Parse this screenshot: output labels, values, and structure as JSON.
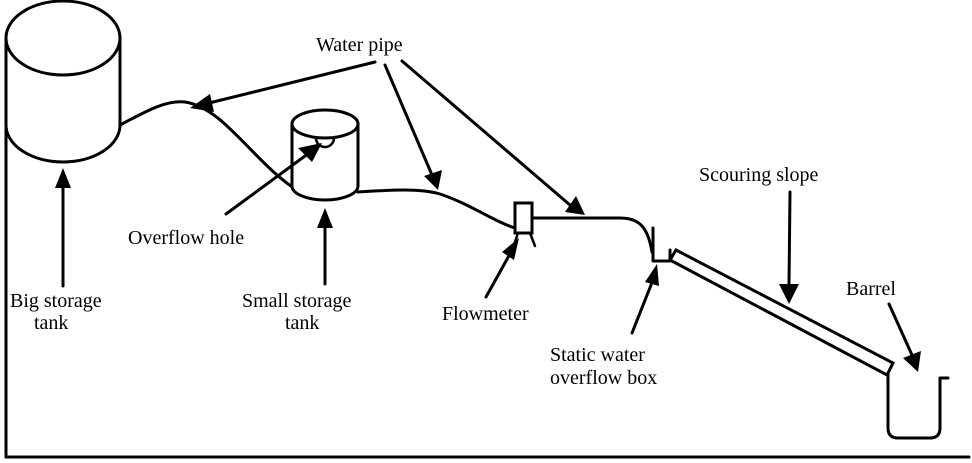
{
  "diagram": {
    "labels": {
      "water_pipe": "Water pipe",
      "overflow_hole": "Overflow hole",
      "big_tank_line1": "Big storage",
      "big_tank_line2": "tank",
      "small_tank_line1": "Small storage",
      "small_tank_line2": "tank",
      "flowmeter": "Flowmeter",
      "overflow_box_line1": "Static water",
      "overflow_box_line2": "overflow box",
      "scouring_slope": "Scouring slope",
      "barrel": "Barrel"
    },
    "colors": {
      "stroke": "#000000",
      "background": "#ffffff"
    }
  }
}
